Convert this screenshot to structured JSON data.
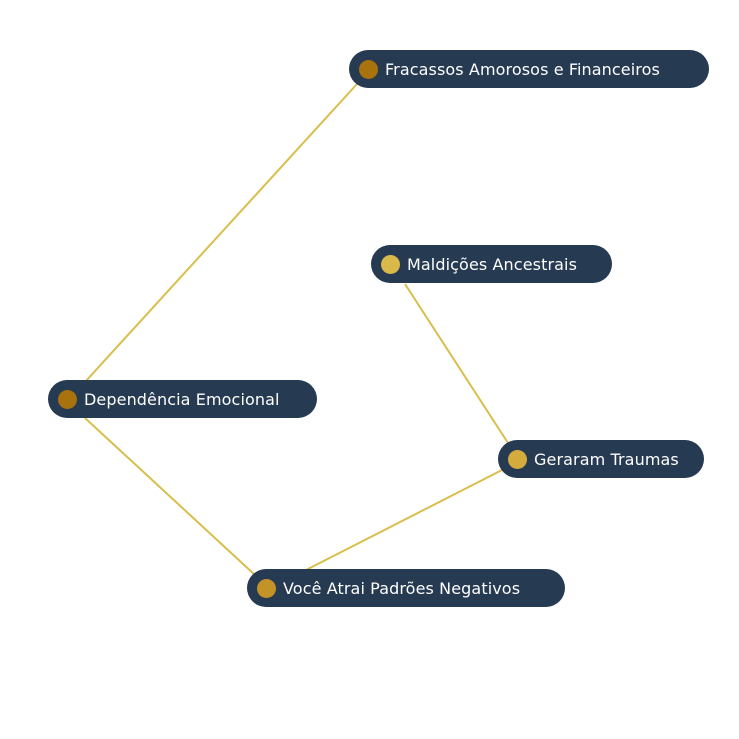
{
  "colors": {
    "node_background": "#263a52",
    "edge": "#d9be4c",
    "label_text": "#ffffff"
  },
  "nodes": [
    {
      "id": "fracassos",
      "label": "Fracassos Amorosos e Financeiros",
      "dot_color": "#a8720d"
    },
    {
      "id": "maldicoes",
      "label": "Maldições Ancestrais",
      "dot_color": "#d9b94a"
    },
    {
      "id": "dependencia",
      "label": "Dependência Emocional",
      "dot_color": "#a8720d"
    },
    {
      "id": "geraram",
      "label": "Geraram Traumas",
      "dot_color": "#d4ac3e"
    },
    {
      "id": "voce",
      "label": "Você Atrai Padrões Negativos",
      "dot_color": "#c49328"
    }
  ],
  "edges": [
    {
      "from": "fracassos",
      "to": "dependencia"
    },
    {
      "from": "dependencia",
      "to": "voce"
    },
    {
      "from": "voce",
      "to": "geraram"
    },
    {
      "from": "geraram",
      "to": "maldicoes"
    }
  ]
}
